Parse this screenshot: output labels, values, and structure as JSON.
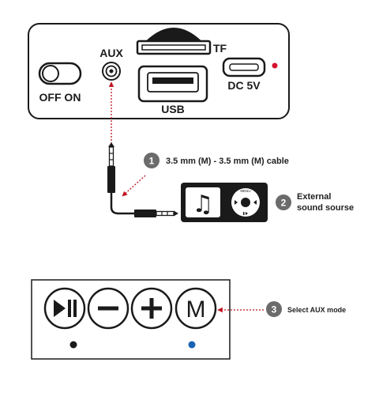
{
  "device_panel": {
    "power_switch": {
      "label": "OFF ON"
    },
    "aux_port": {
      "label": "AUX"
    },
    "tf_slot": {
      "label": "TF"
    },
    "usb_port": {
      "label": "USB"
    },
    "dc_port": {
      "label": "DC 5V"
    },
    "indicator_color": "#d3122e"
  },
  "steps": [
    {
      "number": "1",
      "text": "3.5 mm (M) - 3.5 mm (M) cable"
    },
    {
      "number": "2",
      "text_line1": "External",
      "text_line2": "sound sourse"
    },
    {
      "number": "3",
      "text": "Select AUX mode"
    }
  ],
  "player": {
    "menu_label": "MENU"
  },
  "control_panel": {
    "buttons": [
      {
        "name": "play-pause",
        "symbol": "▶II"
      },
      {
        "name": "volume-down",
        "symbol": "−"
      },
      {
        "name": "volume-up",
        "symbol": "+"
      },
      {
        "name": "mode",
        "symbol": "M"
      }
    ],
    "left_dot_color": "#1a1a1a",
    "right_dot_color": "#1a63b5"
  },
  "colors": {
    "arrow": "#c0141f",
    "badge": "#6b6b6b",
    "outline": "#1a1a1a"
  }
}
